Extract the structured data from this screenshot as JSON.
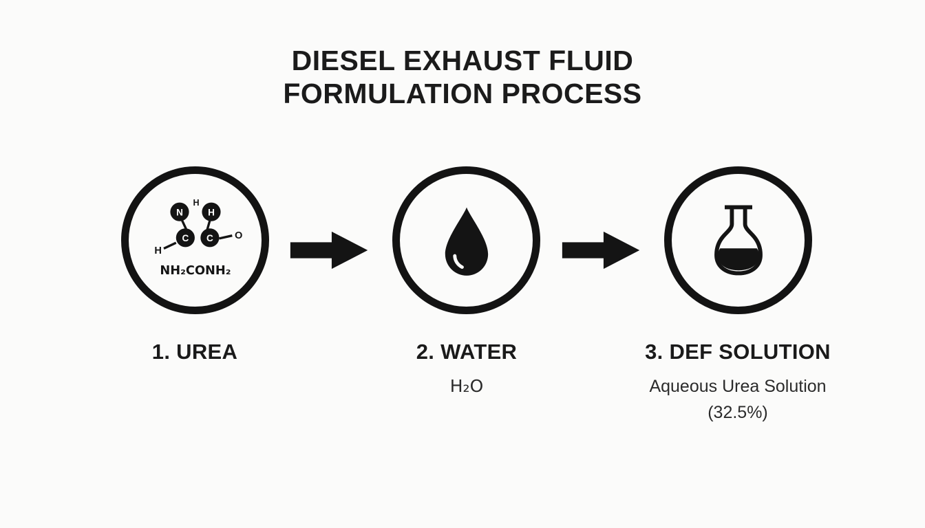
{
  "title": {
    "line1": "DIESEL EXHAUST FLUID",
    "line2": "FORMULATION PROCESS"
  },
  "steps": [
    {
      "label": "1. UREA",
      "icon": "urea-molecule-icon",
      "molecule": {
        "formula": "NH₂CONH₂",
        "atoms": [
          {
            "symbol": "N"
          },
          {
            "symbol": "H"
          },
          {
            "symbol": "C"
          },
          {
            "symbol": "C"
          },
          {
            "symbol": "H"
          },
          {
            "symbol": "O"
          },
          {
            "symbol": "H"
          }
        ]
      }
    },
    {
      "label": "2. WATER",
      "sublabel": "H₂O",
      "icon": "water-drop-icon"
    },
    {
      "label": "3. DEF SOLUTION",
      "sublabel_line1": "Aqueous Urea Solution",
      "sublabel_line2": "(32.5%)",
      "icon": "flask-icon"
    }
  ],
  "colors": {
    "ink": "#141414",
    "background": "#fbfbfa"
  }
}
